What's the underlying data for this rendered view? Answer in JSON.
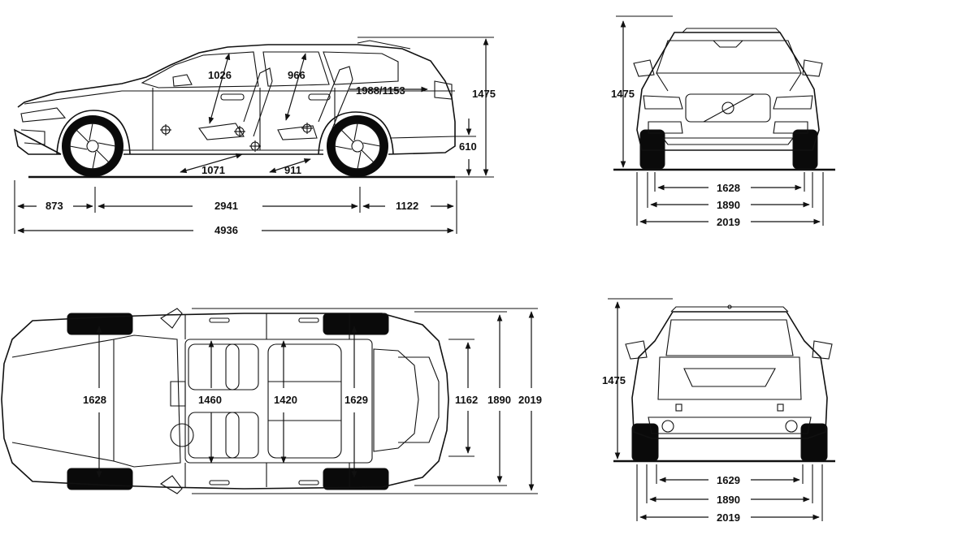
{
  "side_view": {
    "interior_front_headroom": "1026",
    "interior_rear_headroom": "966",
    "cargo_height": "1988/1153",
    "overall_height": "1475",
    "tailgate_sill_height": "610",
    "front_legroom": "1071",
    "rear_legroom": "911",
    "front_overhang": "873",
    "wheelbase": "2941",
    "rear_overhang": "1122",
    "overall_length": "4936"
  },
  "front_view": {
    "height": "1475",
    "front_track": "1628",
    "width_excl_mirrors": "1890",
    "width_incl_mirrors": "2019"
  },
  "top_view": {
    "front_track": "1628",
    "front_shoulder_room": "1460",
    "rear_shoulder_room": "1420",
    "rear_track": "1629",
    "cargo_width": "1162",
    "width_excl_mirrors": "1890",
    "width_incl_mirrors": "2019"
  },
  "rear_view": {
    "height": "1475",
    "rear_track": "1629",
    "width_excl_mirrors": "1890",
    "width_incl_mirrors": "2019"
  }
}
